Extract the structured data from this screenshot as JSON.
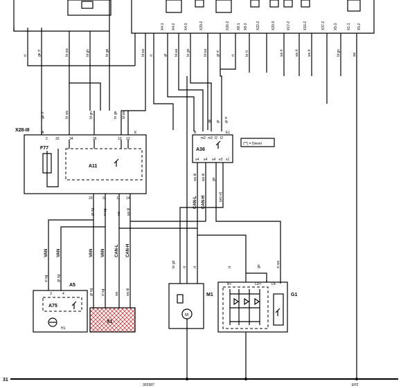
{
  "ground": {
    "label": "31",
    "ref": "302997",
    "point": "EP2"
  },
  "legend": {
    "diesel_note": "(**) = Diesel"
  },
  "components": {
    "x28": {
      "label": "X28-III",
      "pins": [
        "A",
        "2",
        "32",
        "34",
        "36",
        "10",
        "13",
        "E"
      ],
      "bottom_pins": [
        "20",
        "31",
        "11",
        "14"
      ]
    },
    "f77": {
      "label": "F77"
    },
    "a11": {
      "label": "A11"
    },
    "a36": {
      "label": "A36",
      "pins": [
        "B",
        "m2",
        "m3",
        "l2",
        "l2",
        "E1"
      ],
      "bottom_pins": [
        "s4",
        "s4",
        "s4",
        "e3",
        "s1"
      ]
    },
    "a5": {
      "label": "A5",
      "pins": [
        "3",
        "4"
      ]
    },
    "a75": {
      "label": "A75"
    },
    "h1": {
      "label": "H1"
    },
    "x1": {
      "label": "X1"
    },
    "m1": {
      "label": "M1"
    },
    "g1": {
      "label": "G1",
      "pins": [
        "B+",
        "LD+",
        "DF"
      ]
    }
  },
  "bus_labels": {
    "van": "VAN",
    "can_l": "CAN-L",
    "can_h": "CAN-H"
  },
  "top_wire_colors": [
    "rt",
    "ge rt",
    "br ws",
    "bl gn",
    "br ge",
    "bl ws",
    "rt",
    "gr",
    "bl ws",
    "br gn",
    "bl ws",
    "gr vi",
    "rt",
    "br rt",
    "ws rt",
    "ws rt",
    "ws rt",
    "bl gn",
    "sw"
  ],
  "mid_wire_colors": [
    "ge rt",
    "br ws",
    "bl gn",
    "br ge",
    "bl ws",
    "ge",
    "gr",
    "gr vi"
  ],
  "x28_bottom_colors": [
    "gr sg",
    "vi sg",
    "ws",
    "ws bl"
  ],
  "a36_bottom_colors": [
    "ws bl",
    "ws bl",
    "gn",
    "(ws vi)"
  ],
  "lower_colors": [
    "vi sg",
    "gr sg",
    "vi sg",
    "gr sg",
    "ws",
    "ws bl",
    "br gn",
    "rt",
    "rt",
    "rt",
    "gn",
    "vi ws"
  ],
  "connector_labels": [
    "X4-1",
    "X4-2",
    "X4-3",
    "X29-2",
    "X26-2",
    "X8-1",
    "X8-3",
    "X22-2",
    "X29-3",
    "X17-2",
    "X16-2",
    "X37-2",
    "X5-3",
    "X1-1",
    "X5-2"
  ]
}
